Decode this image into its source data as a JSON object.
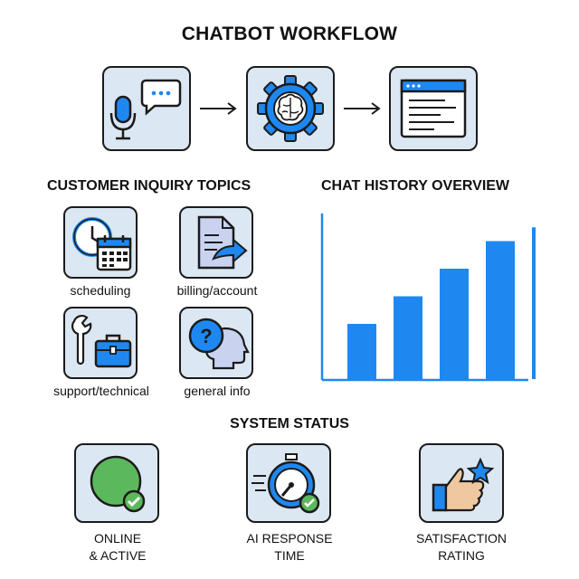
{
  "title": "CHATBOT WORKFLOW",
  "workflow": {
    "steps": [
      {
        "icon": "voice-chat-icon"
      },
      {
        "icon": "ai-brain-gear-icon"
      },
      {
        "icon": "response-window-icon"
      }
    ]
  },
  "topics": {
    "heading": "CUSTOMER INQUIRY TOPICS",
    "items": [
      {
        "label": "scheduling",
        "icon": "clock-calendar-icon"
      },
      {
        "label": "billing/account",
        "icon": "document-arrow-icon"
      },
      {
        "label": "support/technical",
        "icon": "wrench-toolbox-icon"
      },
      {
        "label": "general info",
        "icon": "question-head-icon"
      }
    ]
  },
  "history": {
    "heading": "CHAT HISTORY OVERVIEW"
  },
  "chart_data": {
    "type": "bar",
    "categories": [
      "",
      "",
      "",
      "",
      ""
    ],
    "values": [
      2,
      3,
      4,
      5,
      5.5
    ],
    "ylim": [
      0,
      6
    ],
    "title": "",
    "xlabel": "",
    "ylabel": "",
    "grid": false,
    "bar_color": "#1e88f0"
  },
  "status": {
    "heading": "SYSTEM STATUS",
    "items": [
      {
        "label_line1": "ONLINE",
        "label_line2": "& ACTIVE",
        "icon": "online-circle-check-icon"
      },
      {
        "label_line1": "AI RESPONSE",
        "label_line2": "TIME",
        "icon": "stopwatch-check-icon"
      },
      {
        "label_line1": "SATISFACTION",
        "label_line2": "RATING",
        "icon": "thumbs-up-star-icon"
      }
    ]
  },
  "colors": {
    "accent_blue": "#1e88f0",
    "icon_bg": "#dbe7f2",
    "green": "#5cb85c"
  }
}
